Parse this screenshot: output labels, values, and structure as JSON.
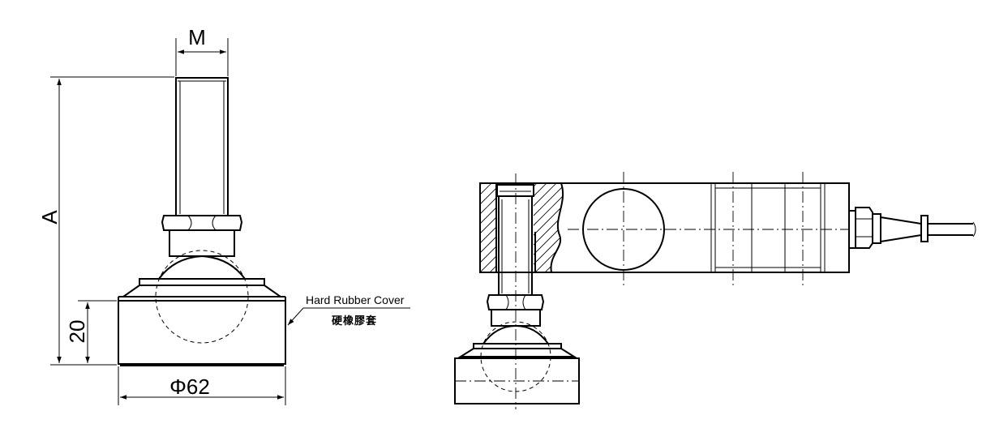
{
  "dimensions": {
    "thread": "M",
    "height": "A",
    "base_height": "20",
    "base_diameter": "Φ62"
  },
  "callout": {
    "label_en": "Hard Rubber Cover",
    "label_cn": "硬橡膠套"
  },
  "colors": {
    "line": "#000000",
    "background": "#ffffff"
  }
}
